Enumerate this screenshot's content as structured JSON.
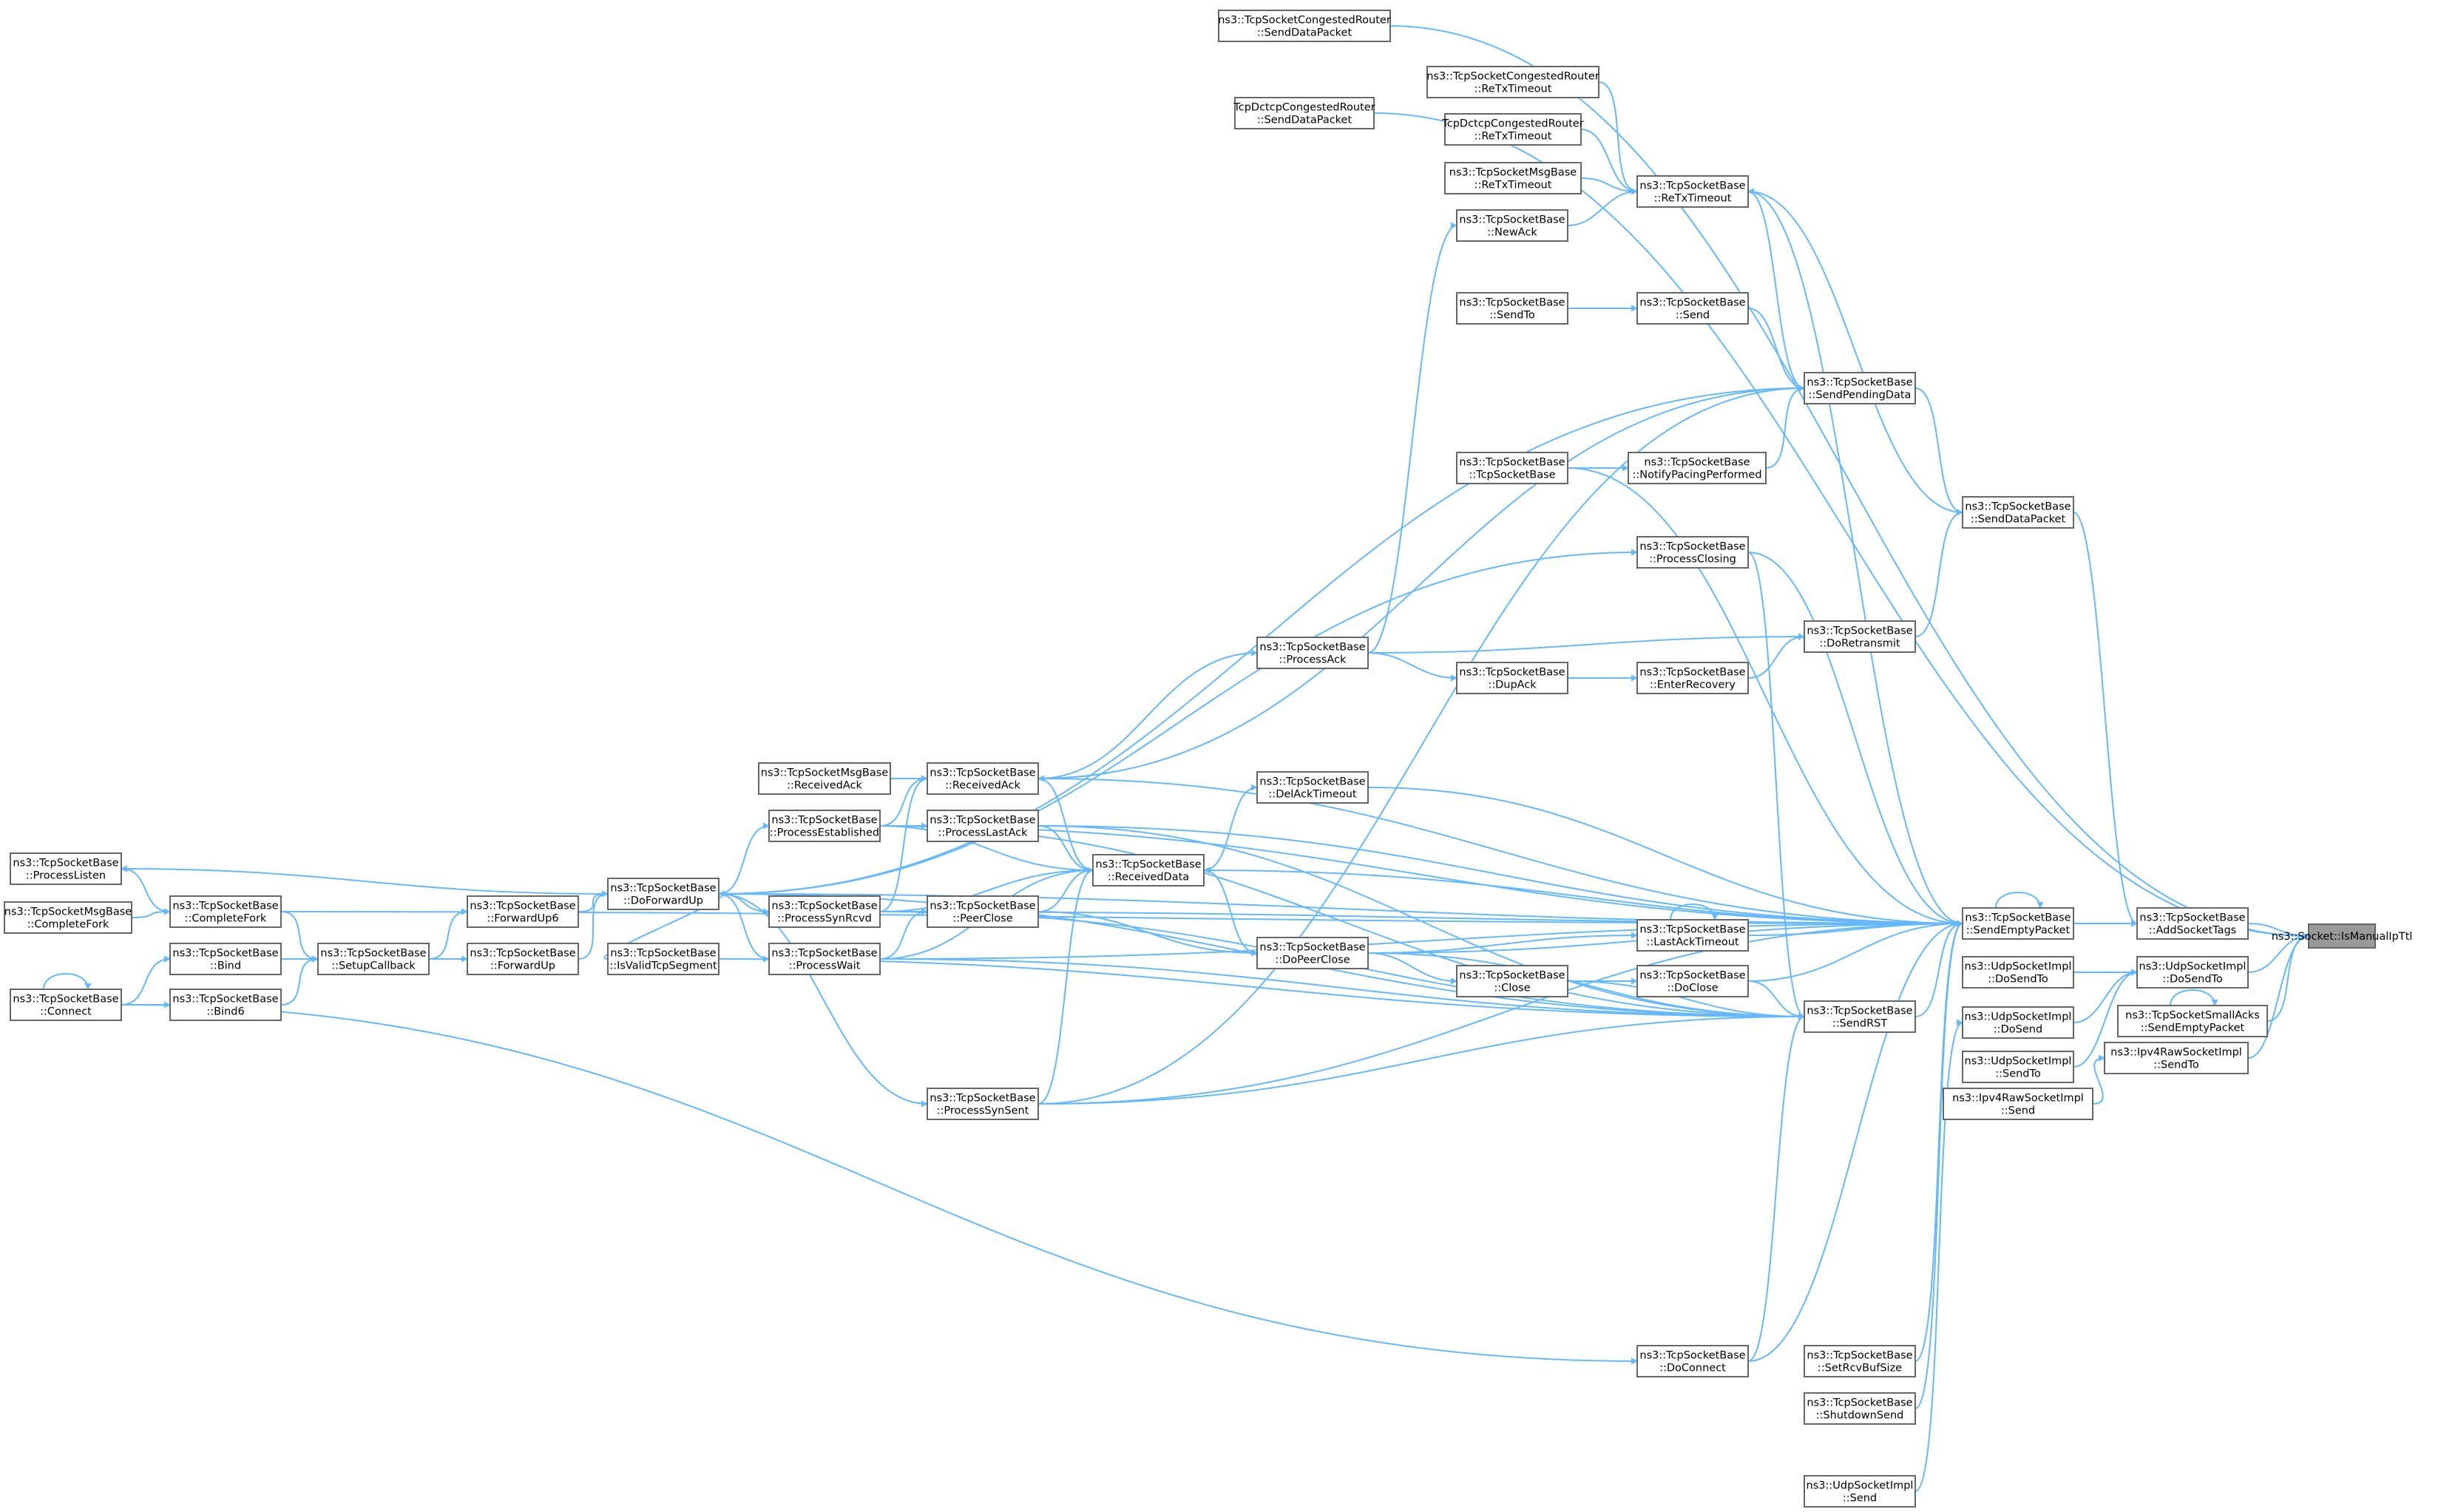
{
  "graph": {
    "direction": "right-to-left caller graph",
    "colors": {
      "edge": "#63b8ff",
      "node_border": "#666666",
      "target_fill": "#999999",
      "node_fill": "#ffffff"
    },
    "target": "n_isManual",
    "nodes": [
      {
        "id": "n_isManual",
        "lines": [
          "ns3::Socket::IsManualIpTtl"
        ]
      },
      {
        "id": "n_addTags",
        "lines": [
          "ns3::TcpSocketBase",
          "::AddSocketTags"
        ]
      },
      {
        "id": "n_udpDoSendToR",
        "lines": [
          "ns3::UdpSocketImpl",
          "::DoSendTo"
        ]
      },
      {
        "id": "n_smallAcks",
        "lines": [
          "ns3::TcpSocketSmallAcks",
          "::SendEmptyPacket"
        ]
      },
      {
        "id": "n_ipv4SendTo",
        "lines": [
          "ns3::Ipv4RawSocketImpl",
          "::SendTo"
        ]
      },
      {
        "id": "n_sendEmpty",
        "lines": [
          "ns3::TcpSocketBase",
          "::SendEmptyPacket"
        ]
      },
      {
        "id": "n_udpDoSendToL",
        "lines": [
          "ns3::UdpSocketImpl",
          "::DoSendTo"
        ]
      },
      {
        "id": "n_udpDoSend",
        "lines": [
          "ns3::UdpSocketImpl",
          "::DoSend"
        ]
      },
      {
        "id": "n_udpSendTo",
        "lines": [
          "ns3::UdpSocketImpl",
          "::SendTo"
        ]
      },
      {
        "id": "n_ipv4Send",
        "lines": [
          "ns3::Ipv4RawSocketImpl",
          "::Send"
        ]
      },
      {
        "id": "n_sendDataPkt",
        "lines": [
          "ns3::TcpSocketBase",
          "::SendDataPacket"
        ]
      },
      {
        "id": "n_congSend",
        "lines": [
          "ns3::TcpSocketCongestedRouter",
          "::SendDataPacket"
        ]
      },
      {
        "id": "n_dctcpSend",
        "lines": [
          "TcpDctcpCongestedRouter",
          "::SendDataPacket"
        ]
      },
      {
        "id": "n_congReTx",
        "lines": [
          "ns3::TcpSocketCongestedRouter",
          "::ReTxTimeout"
        ]
      },
      {
        "id": "n_dctcpReTx",
        "lines": [
          "TcpDctcpCongestedRouter",
          "::ReTxTimeout"
        ]
      },
      {
        "id": "n_msgReTx",
        "lines": [
          "ns3::TcpSocketMsgBase",
          "::ReTxTimeout"
        ]
      },
      {
        "id": "n_reTx",
        "lines": [
          "ns3::TcpSocketBase",
          "::ReTxTimeout"
        ]
      },
      {
        "id": "n_newAck",
        "lines": [
          "ns3::TcpSocketBase",
          "::NewAck"
        ]
      },
      {
        "id": "n_sendToTcp",
        "lines": [
          "ns3::TcpSocketBase",
          "::SendTo"
        ]
      },
      {
        "id": "n_send",
        "lines": [
          "ns3::TcpSocketBase",
          "::Send"
        ]
      },
      {
        "id": "n_sendPending",
        "lines": [
          "ns3::TcpSocketBase",
          "::SendPendingData"
        ]
      },
      {
        "id": "n_tcpCtor",
        "lines": [
          "ns3::TcpSocketBase",
          "::TcpSocketBase"
        ]
      },
      {
        "id": "n_notifyPacing",
        "lines": [
          "ns3::TcpSocketBase",
          "::NotifyPacingPerformed"
        ]
      },
      {
        "id": "n_procClosing",
        "lines": [
          "ns3::TcpSocketBase",
          "::ProcessClosing"
        ]
      },
      {
        "id": "n_doRetransmit",
        "lines": [
          "ns3::TcpSocketBase",
          "::DoRetransmit"
        ]
      },
      {
        "id": "n_procAck",
        "lines": [
          "ns3::TcpSocketBase",
          "::ProcessAck"
        ]
      },
      {
        "id": "n_dupAck",
        "lines": [
          "ns3::TcpSocketBase",
          "::DupAck"
        ]
      },
      {
        "id": "n_enterRecovery",
        "lines": [
          "ns3::TcpSocketBase",
          "::EnterRecovery"
        ]
      },
      {
        "id": "n_msgRecvAck",
        "lines": [
          "ns3::TcpSocketMsgBase",
          "::ReceivedAck"
        ]
      },
      {
        "id": "n_recvAck",
        "lines": [
          "ns3::TcpSocketBase",
          "::ReceivedAck"
        ]
      },
      {
        "id": "n_delAck",
        "lines": [
          "ns3::TcpSocketBase",
          "::DelAckTimeout"
        ]
      },
      {
        "id": "n_procEst",
        "lines": [
          "ns3::TcpSocketBase",
          "::ProcessEstablished"
        ]
      },
      {
        "id": "n_procLastAck",
        "lines": [
          "ns3::TcpSocketBase",
          "::ProcessLastAck"
        ]
      },
      {
        "id": "n_recvData",
        "lines": [
          "ns3::TcpSocketBase",
          "::ReceivedData"
        ]
      },
      {
        "id": "n_procListen",
        "lines": [
          "ns3::TcpSocketBase",
          "::ProcessListen"
        ]
      },
      {
        "id": "n_doForwardUp",
        "lines": [
          "ns3::TcpSocketBase",
          "::DoForwardUp"
        ]
      },
      {
        "id": "n_procSynRcvd",
        "lines": [
          "ns3::TcpSocketBase",
          "::ProcessSynRcvd"
        ]
      },
      {
        "id": "n_peerClose",
        "lines": [
          "ns3::TcpSocketBase",
          "::PeerClose"
        ]
      },
      {
        "id": "n_msgCompFork",
        "lines": [
          "ns3::TcpSocketMsgBase",
          "::CompleteFork"
        ]
      },
      {
        "id": "n_compFork",
        "lines": [
          "ns3::TcpSocketBase",
          "::CompleteFork"
        ]
      },
      {
        "id": "n_fwdUp6",
        "lines": [
          "ns3::TcpSocketBase",
          "::ForwardUp6"
        ]
      },
      {
        "id": "n_lastAckTo",
        "lines": [
          "ns3::TcpSocketBase",
          "::LastAckTimeout"
        ]
      },
      {
        "id": "n_doPeerClose",
        "lines": [
          "ns3::TcpSocketBase",
          "::DoPeerClose"
        ]
      },
      {
        "id": "n_bind",
        "lines": [
          "ns3::TcpSocketBase",
          "::Bind"
        ]
      },
      {
        "id": "n_setupCb",
        "lines": [
          "ns3::TcpSocketBase",
          "::SetupCallback"
        ]
      },
      {
        "id": "n_fwdUp",
        "lines": [
          "ns3::TcpSocketBase",
          "::ForwardUp"
        ]
      },
      {
        "id": "n_isValid",
        "lines": [
          "ns3::TcpSocketBase",
          "::IsValidTcpSegment"
        ]
      },
      {
        "id": "n_procWait",
        "lines": [
          "ns3::TcpSocketBase",
          "::ProcessWait"
        ]
      },
      {
        "id": "n_close",
        "lines": [
          "ns3::TcpSocketBase",
          "::Close"
        ]
      },
      {
        "id": "n_doClose",
        "lines": [
          "ns3::TcpSocketBase",
          "::DoClose"
        ]
      },
      {
        "id": "n_connect",
        "lines": [
          "ns3::TcpSocketBase",
          "::Connect"
        ]
      },
      {
        "id": "n_bind6",
        "lines": [
          "ns3::TcpSocketBase",
          "::Bind6"
        ]
      },
      {
        "id": "n_sendRST",
        "lines": [
          "ns3::TcpSocketBase",
          "::SendRST"
        ]
      },
      {
        "id": "n_procSynSent",
        "lines": [
          "ns3::TcpSocketBase",
          "::ProcessSynSent"
        ]
      },
      {
        "id": "n_doConnect",
        "lines": [
          "ns3::TcpSocketBase",
          "::DoConnect"
        ]
      },
      {
        "id": "n_setRcvBuf",
        "lines": [
          "ns3::TcpSocketBase",
          "::SetRcvBufSize"
        ]
      },
      {
        "id": "n_shutdownSend",
        "lines": [
          "ns3::TcpSocketBase",
          "::ShutdownSend"
        ]
      },
      {
        "id": "n_udpSend",
        "lines": [
          "ns3::UdpSocketImpl",
          "::Send"
        ]
      }
    ],
    "edges": [
      [
        "n_addTags",
        "n_isManual"
      ],
      [
        "n_udpDoSendToR",
        "n_isManual"
      ],
      [
        "n_smallAcks",
        "n_isManual"
      ],
      [
        "n_ipv4SendTo",
        "n_isManual"
      ],
      [
        "n_congSend",
        "n_isManual"
      ],
      [
        "n_dctcpSend",
        "n_isManual"
      ],
      [
        "n_sendEmpty",
        "n_addTags"
      ],
      [
        "n_sendDataPkt",
        "n_addTags"
      ],
      [
        "n_smallAcks",
        "n_smallAcks"
      ],
      [
        "n_udpDoSendToL",
        "n_udpDoSendToR"
      ],
      [
        "n_udpDoSend",
        "n_udpDoSendToR"
      ],
      [
        "n_udpSendTo",
        "n_udpDoSendToR"
      ],
      [
        "n_ipv4Send",
        "n_ipv4SendTo"
      ],
      [
        "n_sendEmpty",
        "n_sendEmpty"
      ],
      [
        "n_sendPending",
        "n_sendDataPkt"
      ],
      [
        "n_doRetransmit",
        "n_sendDataPkt"
      ],
      [
        "n_congReTx",
        "n_reTx"
      ],
      [
        "n_dctcpReTx",
        "n_reTx"
      ],
      [
        "n_msgReTx",
        "n_reTx"
      ],
      [
        "n_newAck",
        "n_reTx"
      ],
      [
        "n_sendPending",
        "n_reTx"
      ],
      [
        "n_sendDataPkt",
        "n_reTx"
      ],
      [
        "n_sendEmpty",
        "n_reTx"
      ],
      [
        "n_procAck",
        "n_newAck"
      ],
      [
        "n_sendToTcp",
        "n_send"
      ],
      [
        "n_send",
        "n_sendPending"
      ],
      [
        "n_notifyPacing",
        "n_sendPending"
      ],
      [
        "n_doForwardUp",
        "n_sendPending"
      ],
      [
        "n_recvAck",
        "n_sendPending"
      ],
      [
        "n_procSynSent",
        "n_sendPending"
      ],
      [
        "n_tcpCtor",
        "n_notifyPacing"
      ],
      [
        "n_tcpCtor",
        "n_sendEmpty"
      ],
      [
        "n_procClosing",
        "n_sendEmpty"
      ],
      [
        "n_doForwardUp",
        "n_procClosing"
      ],
      [
        "n_procAck",
        "n_doRetransmit"
      ],
      [
        "n_enterRecovery",
        "n_doRetransmit"
      ],
      [
        "n_dupAck",
        "n_enterRecovery"
      ],
      [
        "n_procAck",
        "n_dupAck"
      ],
      [
        "n_recvAck",
        "n_procAck"
      ],
      [
        "n_msgRecvAck",
        "n_recvAck"
      ],
      [
        "n_procEst",
        "n_recvAck"
      ],
      [
        "n_procSynRcvd",
        "n_recvAck"
      ],
      [
        "n_recvData",
        "n_recvAck"
      ],
      [
        "n_procEst",
        "n_sendEmpty"
      ],
      [
        "n_recvAck",
        "n_sendEmpty"
      ],
      [
        "n_procLastAck",
        "n_sendEmpty"
      ],
      [
        "n_delAck",
        "n_sendEmpty"
      ],
      [
        "n_recvData",
        "n_delAck"
      ],
      [
        "n_recvData",
        "n_sendEmpty"
      ],
      [
        "n_procEst",
        "n_recvData"
      ],
      [
        "n_procLastAck",
        "n_recvData"
      ],
      [
        "n_procSynRcvd",
        "n_recvData"
      ],
      [
        "n_peerClose",
        "n_recvData"
      ],
      [
        "n_procWait",
        "n_recvData"
      ],
      [
        "n_procSynSent",
        "n_recvData"
      ],
      [
        "n_procEst",
        "n_procLastAck"
      ],
      [
        "n_doForwardUp",
        "n_procEst"
      ],
      [
        "n_doForwardUp",
        "n_procListen"
      ],
      [
        "n_doForwardUp",
        "n_procSynRcvd"
      ],
      [
        "n_doForwardUp",
        "n_procWait"
      ],
      [
        "n_doForwardUp",
        "n_procSynSent"
      ],
      [
        "n_procSynRcvd",
        "n_peerClose"
      ],
      [
        "n_procWait",
        "n_peerClose"
      ],
      [
        "n_peerClose",
        "n_doPeerClose"
      ],
      [
        "n_doPeerClose",
        "n_recvData"
      ],
      [
        "n_doPeerClose",
        "n_lastAckTo"
      ],
      [
        "n_doPeerClose",
        "n_close"
      ],
      [
        "n_lastAckTo",
        "n_lastAckTo"
      ],
      [
        "n_lastAckTo",
        "n_sendEmpty"
      ],
      [
        "n_close",
        "n_doClose"
      ],
      [
        "n_close",
        "n_sendRST"
      ],
      [
        "n_doClose",
        "n_sendEmpty"
      ],
      [
        "n_fwdUp6",
        "n_doForwardUp"
      ],
      [
        "n_fwdUp",
        "n_doForwardUp"
      ],
      [
        "n_isValid",
        "n_doForwardUp"
      ],
      [
        "n_setupCb",
        "n_fwdUp6"
      ],
      [
        "n_setupCb",
        "n_fwdUp"
      ],
      [
        "n_isValid",
        "n_sendRST"
      ],
      [
        "n_compFork",
        "n_setupCb"
      ],
      [
        "n_bind",
        "n_setupCb"
      ],
      [
        "n_bind6",
        "n_setupCb"
      ],
      [
        "n_msgCompFork",
        "n_compFork"
      ],
      [
        "n_compFork",
        "n_procListen"
      ],
      [
        "n_connect",
        "n_bind"
      ],
      [
        "n_connect",
        "n_bind6"
      ],
      [
        "n_connect",
        "n_connect"
      ],
      [
        "n_connect",
        "n_doConnect"
      ],
      [
        "n_sendRST",
        "n_sendEmpty"
      ],
      [
        "n_doForwardUp",
        "n_sendRST"
      ],
      [
        "n_procSynRcvd",
        "n_sendRST"
      ],
      [
        "n_procWait",
        "n_sendRST"
      ],
      [
        "n_procSynSent",
        "n_sendRST"
      ],
      [
        "n_procClosing",
        "n_sendRST"
      ],
      [
        "n_procLastAck",
        "n_sendRST"
      ],
      [
        "n_procEst",
        "n_sendRST"
      ],
      [
        "n_doPeerClose",
        "n_sendRST"
      ],
      [
        "n_doConnect",
        "n_sendRST"
      ],
      [
        "n_doClose",
        "n_sendRST"
      ],
      [
        "n_procSynSent",
        "n_sendEmpty"
      ],
      [
        "n_procWait",
        "n_sendEmpty"
      ],
      [
        "n_procSynRcvd",
        "n_sendEmpty"
      ],
      [
        "n_doPeerClose",
        "n_sendEmpty"
      ],
      [
        "n_doConnect",
        "n_sendEmpty"
      ],
      [
        "n_setRcvBuf",
        "n_sendEmpty"
      ],
      [
        "n_shutdownSend",
        "n_sendEmpty"
      ],
      [
        "n_udpSend",
        "n_udpDoSend"
      ],
      [
        "n_compFork",
        "n_sendEmpty"
      ],
      [
        "n_doForwardUp",
        "n_sendEmpty"
      ]
    ]
  }
}
